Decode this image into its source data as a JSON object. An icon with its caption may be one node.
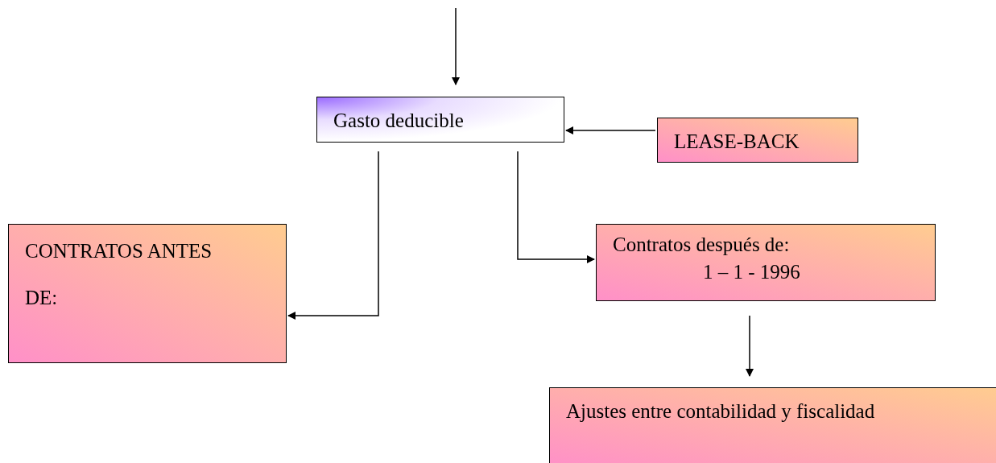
{
  "diagram": {
    "nodes": [
      {
        "text": [
          "Gasto deducible"
        ]
      },
      {
        "text": [
          "LEASE-BACK"
        ]
      },
      {
        "text": [
          "CONTRATOS ANTES",
          "DE:"
        ]
      },
      {
        "text": [
          "Contratos después de:",
          "1 – 1 - 1996"
        ]
      },
      {
        "text": [
          "Ajustes entre contabilidad y fiscalidad"
        ]
      }
    ],
    "edges": [
      {
        "from": null,
        "to": 0,
        "arrow": "to"
      },
      {
        "from": 1,
        "to": 0,
        "arrow": "to"
      },
      {
        "from": 0,
        "to": 2,
        "arrow": "to"
      },
      {
        "from": 0,
        "to": 3,
        "arrow": "to"
      },
      {
        "from": 3,
        "to": 4,
        "arrow": "to"
      }
    ]
  }
}
